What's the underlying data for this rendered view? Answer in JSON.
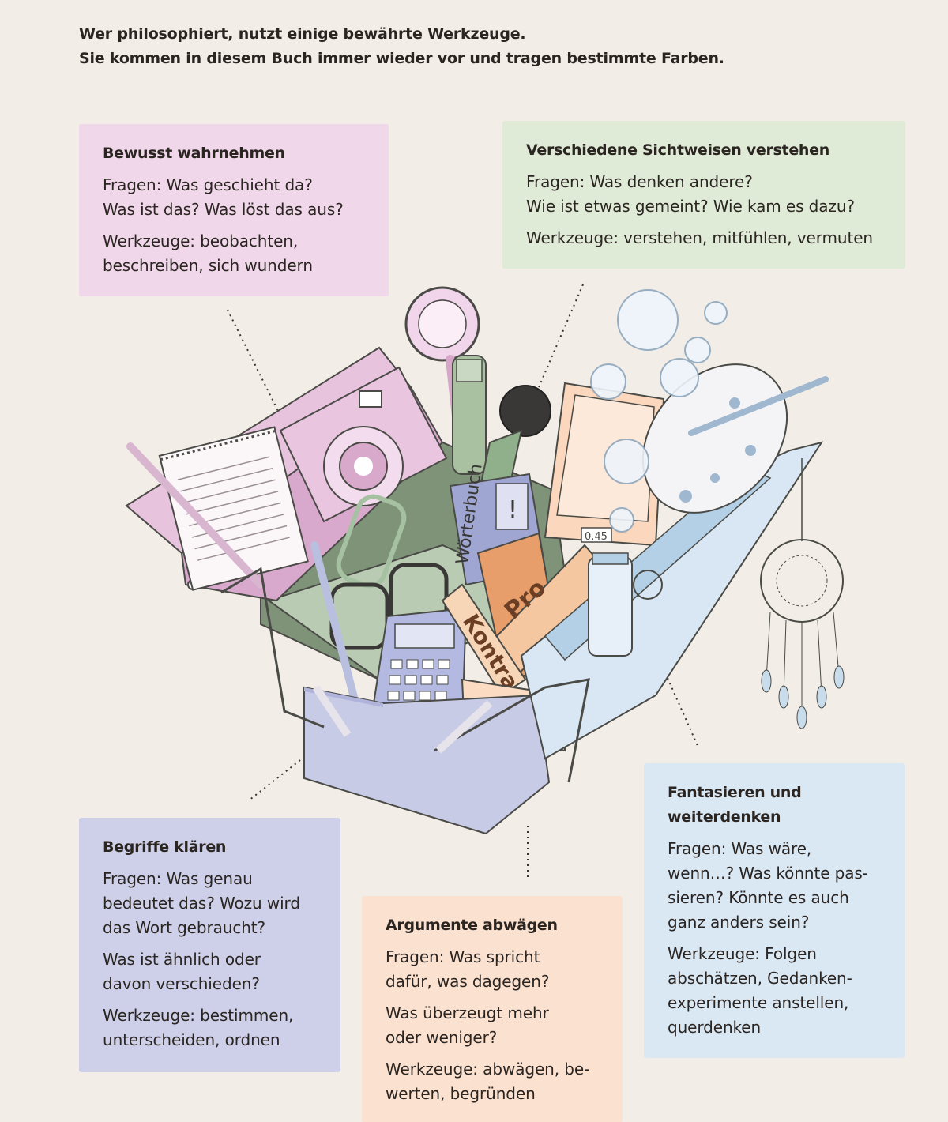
{
  "intro": {
    "line1": "Wer philosophiert, nutzt einige bewährte Werkzeuge.",
    "line2": "Sie kommen in diesem Buch immer wieder vor und tragen bestimmte Farben."
  },
  "colors": {
    "background": "#f2ede7",
    "pink": "#f0d8ea",
    "green": "#dfead7",
    "lilac": "#cdd0e8",
    "peach": "#fbe1cf",
    "blue": "#dae8f4"
  },
  "boxes": {
    "perceive": {
      "title": "Bewusst wahrnehmen",
      "questions": [
        "Fragen: Was geschieht da?",
        "Was ist das? Was löst das aus?"
      ],
      "tools": [
        "Werkzeuge: beobachten,",
        "beschreiben, sich wundern"
      ]
    },
    "perspectives": {
      "title": "Verschiedene Sichtweisen verstehen",
      "questions": [
        "Fragen: Was denken andere?",
        "Wie ist etwas gemeint? Wie kam es dazu?"
      ],
      "tools": [
        "Werkzeuge: verstehen, mitfühlen, vermuten"
      ]
    },
    "concepts": {
      "title": "Begriffe klären",
      "questions": [
        "Fragen: Was genau",
        "bedeutet das? Wozu wird",
        "das Wort gebraucht?"
      ],
      "questions2": [
        "Was ist ähnlich oder",
        "davon verschieden?"
      ],
      "tools": [
        "Werkzeuge: bestimmen,",
        "unterscheiden, ordnen"
      ]
    },
    "arguments": {
      "title": "Argumente abwägen",
      "questions": [
        "Fragen: Was spricht",
        "dafür, was dagegen?"
      ],
      "questions2": [
        "Was überzeugt mehr",
        "oder weniger?"
      ],
      "tools": [
        "Werkzeuge: abwägen, be-",
        "werten, begründen"
      ]
    },
    "imagine": {
      "title": [
        "Fantasieren und",
        "weiterdenken"
      ],
      "questions": [
        "Fragen: Was wäre,",
        "wenn…? Was könnte pas-",
        "sieren? Könnte es auch",
        "ganz anders sein?"
      ],
      "tools": [
        "Werkzeuge: Folgen",
        "abschätzen, Gedanken-",
        "experimente anstellen,",
        "querdenken"
      ]
    }
  },
  "illustration": {
    "book_label": "Wörterbuch",
    "sign_pro": "Pro",
    "sign_kontra": "Kontra",
    "scale_display": "0.45",
    "card_mark": "!"
  }
}
